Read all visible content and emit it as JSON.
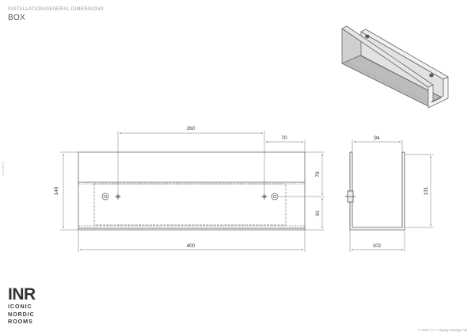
{
  "header": {
    "subtitle": "INSTALLATION/GENERAL DIMENSIONS",
    "title": "BOX"
  },
  "dimensions": {
    "front_length": "400",
    "front_height": "140",
    "hole_spacing": "260",
    "hole_edge_offset": "70",
    "upper_height": "79",
    "lower_height": "61",
    "side_width_top": "94",
    "side_width_bottom": "102",
    "side_height": "131"
  },
  "logo": {
    "mark": "INR",
    "line1": "ICONIC",
    "line2": "NORDIC",
    "line3": "ROOMS"
  },
  "footer": {
    "text": "• • INR | • • • •trying Sverige AB"
  },
  "sidemark": "2021-06-15",
  "colors": {
    "line": "#555555",
    "dim_line": "#777777",
    "iso_fill": "#d9d9d9",
    "iso_side": "#bdbdbd"
  }
}
